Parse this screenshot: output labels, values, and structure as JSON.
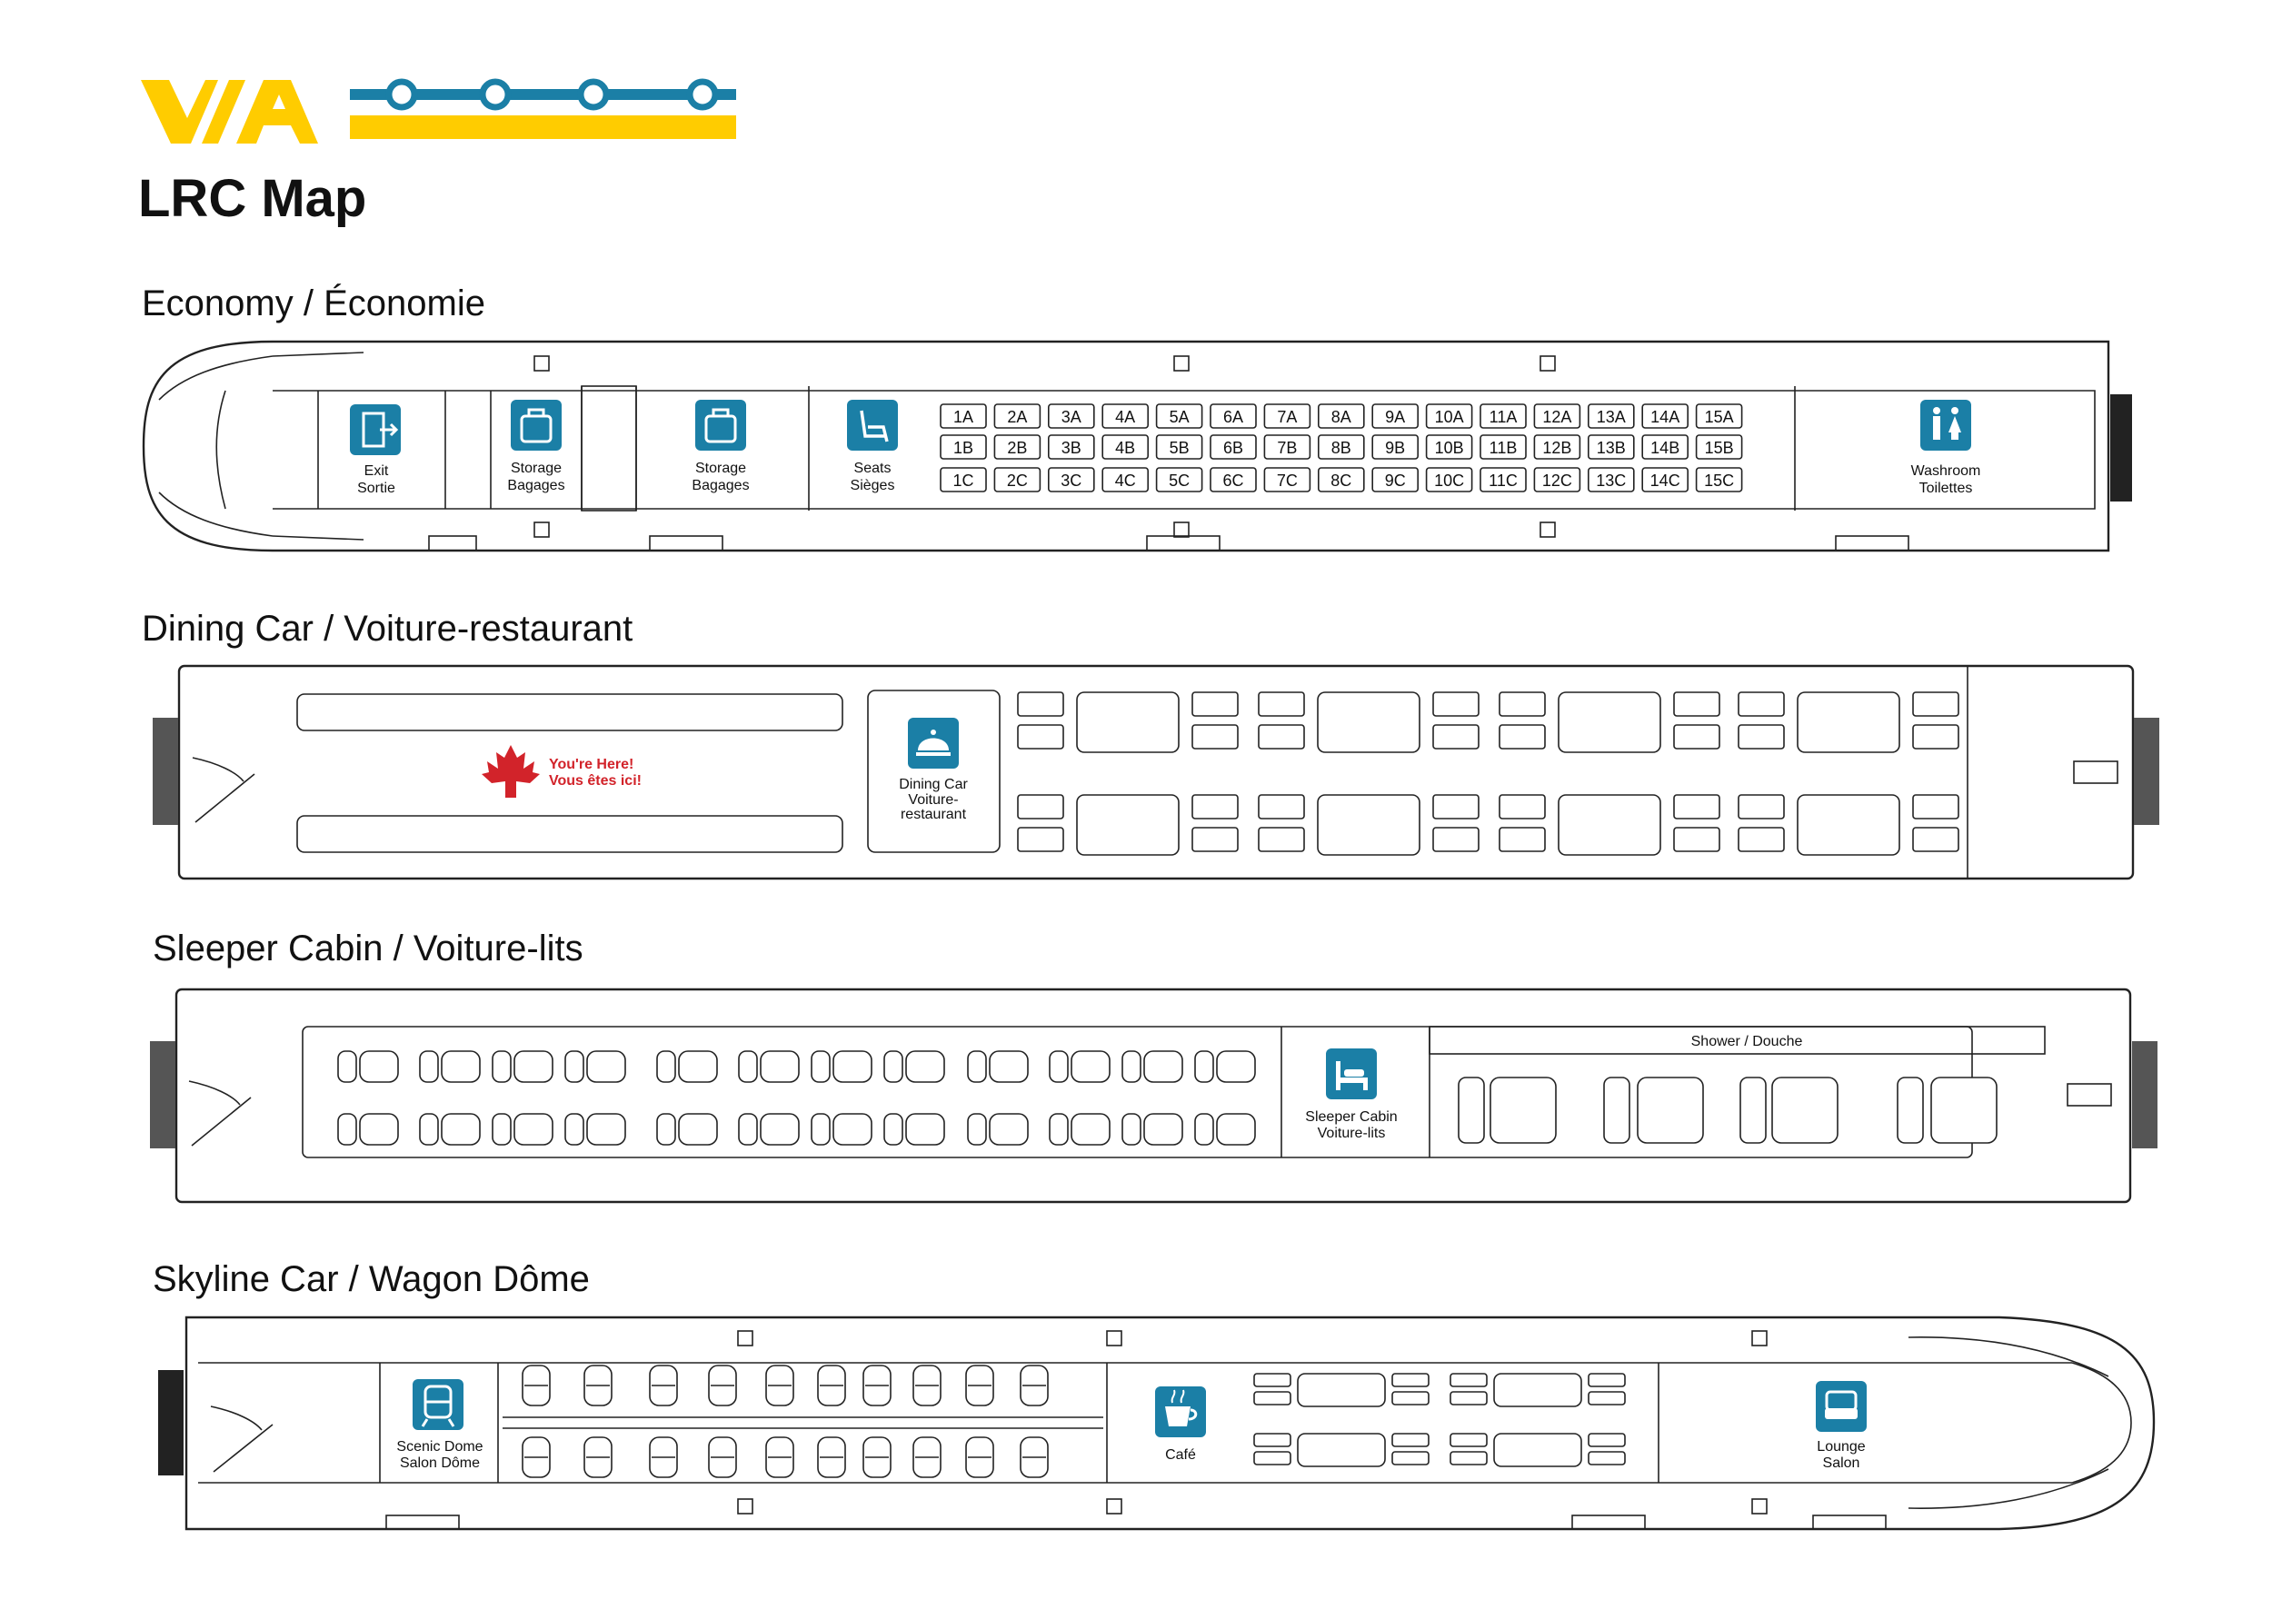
{
  "header": {
    "logo_text": "VIA",
    "title": "LRC Map",
    "colors": {
      "brand_yellow": "#FFCC00",
      "brand_blue": "#1B7FA6",
      "accent_red": "#D2232A"
    }
  },
  "cars": {
    "economy": {
      "title": "Economy / Économie",
      "exit": {
        "en": "Exit",
        "fr": "Sortie",
        "icon": "exit-door-icon"
      },
      "storage1": {
        "en": "Storage",
        "fr": "Bagages",
        "icon": "luggage-icon"
      },
      "storage2": {
        "en": "Storage",
        "fr": "Bagages",
        "icon": "luggage-icon"
      },
      "seats": {
        "en": "Seats",
        "fr": "Sièges",
        "icon": "seat-icon"
      },
      "washroom": {
        "en": "Washroom",
        "fr": "Toilettes",
        "icon": "washroom-icon"
      },
      "seat_rows": [
        [
          "1A",
          "2A",
          "3A",
          "4A",
          "5A",
          "6A",
          "7A",
          "8A",
          "9A",
          "10A",
          "11A",
          "12A",
          "13A",
          "14A",
          "15A"
        ],
        [
          "1B",
          "2B",
          "3B",
          "4B",
          "5B",
          "6B",
          "7B",
          "8B",
          "9B",
          "10B",
          "11B",
          "12B",
          "13B",
          "14B",
          "15B"
        ],
        [
          "1C",
          "2C",
          "3C",
          "4C",
          "5C",
          "6C",
          "7C",
          "8C",
          "9C",
          "10C",
          "11C",
          "12C",
          "13C",
          "14C",
          "15C"
        ]
      ]
    },
    "dining": {
      "title": "Dining Car / Voiture-restaurant",
      "here_line1": "You're Here!",
      "here_line2": "Vous êtes ici!",
      "label_line1": "Dining Car",
      "label_line2": "Voiture-",
      "label_line3": "restaurant",
      "icon": "cloche-icon"
    },
    "sleeper": {
      "title": "Sleeper Cabin / Voiture-lits",
      "label_line1": "Sleeper Cabin",
      "label_line2": "Voiture-lits",
      "shower": "Shower / Douche",
      "icon": "bed-icon"
    },
    "skyline": {
      "title": "Skyline Car / Wagon Dôme",
      "scenic_line1": "Scenic Dome",
      "scenic_line2": "Salon Dôme",
      "cafe": "Café",
      "lounge_line1": "Lounge",
      "lounge_line2": "Salon",
      "icons": [
        "train-icon",
        "coffee-cup-icon",
        "armchair-icon"
      ]
    }
  }
}
